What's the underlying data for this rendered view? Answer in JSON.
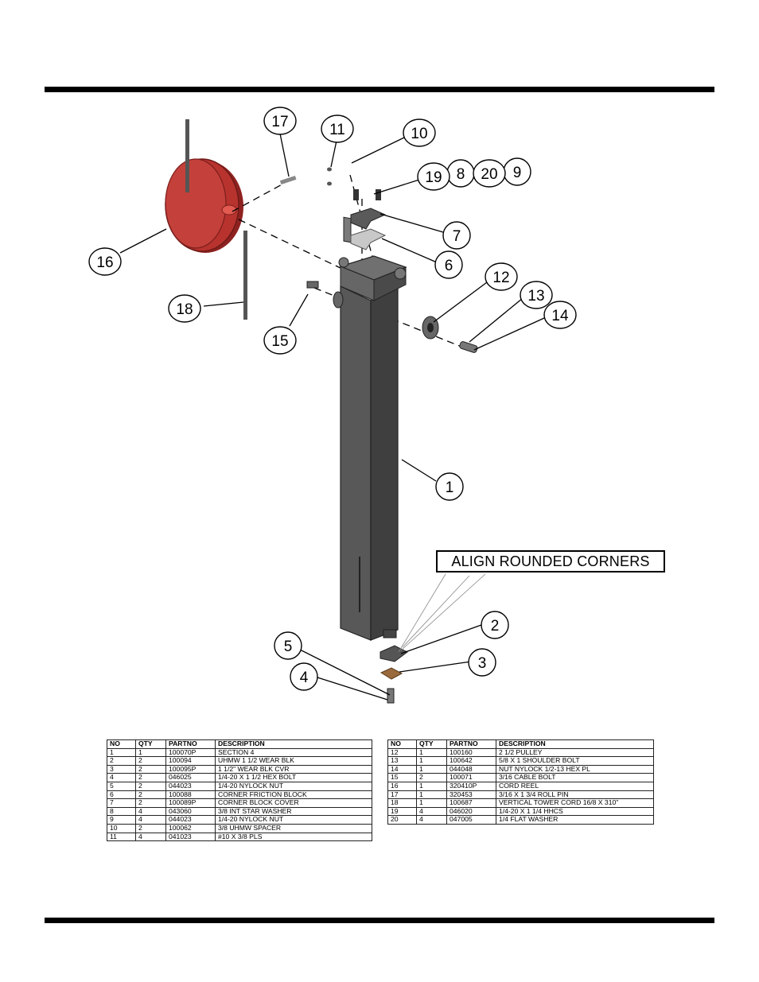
{
  "note": "ALIGN ROUNDED CORNERS",
  "callouts": [
    "1",
    "2",
    "3",
    "4",
    "5",
    "6",
    "7",
    "8",
    "9",
    "10",
    "11",
    "12",
    "13",
    "14",
    "15",
    "16",
    "17",
    "18",
    "19",
    "20"
  ],
  "colors": {
    "reel_red": "#b8332e",
    "tube_gray": "#555555",
    "pad_brown": "#9a6a3c"
  },
  "parts_table": {
    "headers": [
      "NO",
      "QTY",
      "PARTNO",
      "DESCRIPTION"
    ],
    "left_rows": [
      [
        "1",
        "1",
        "100070P",
        "SECTION 4"
      ],
      [
        "2",
        "2",
        "100094",
        "UHMW 1 1/2 WEAR BLK"
      ],
      [
        "3",
        "2",
        "100095P",
        "1 1/2\" WEAR BLK CVR"
      ],
      [
        "4",
        "2",
        "046025",
        "1/4-20 X 1 1/2 HEX BOLT"
      ],
      [
        "5",
        "2",
        "044023",
        "1/4-20 NYLOCK NUT"
      ],
      [
        "6",
        "2",
        "100088",
        "CORNER FRICTION BLOCK"
      ],
      [
        "7",
        "2",
        "100089P",
        "CORNER BLOCK COVER"
      ],
      [
        "8",
        "4",
        "043060",
        "3/8 INT STAR WASHER"
      ],
      [
        "9",
        "4",
        "044023",
        "1/4-20 NYLOCK NUT"
      ],
      [
        "10",
        "2",
        "100062",
        "3/8 UHMW SPACER"
      ],
      [
        "11",
        "4",
        "041023",
        "#10 X 3/8 PLS"
      ]
    ],
    "right_rows": [
      [
        "12",
        "1",
        "100160",
        "2 1/2 PULLEY"
      ],
      [
        "13",
        "1",
        "100642",
        "5/8 X 1 SHOULDER BOLT"
      ],
      [
        "14",
        "1",
        "044048",
        "NUT NYLOCK 1/2-13 HEX PL"
      ],
      [
        "15",
        "2",
        "100071",
        "3/16 CABLE BOLT"
      ],
      [
        "16",
        "1",
        "320410P",
        "CORD REEL"
      ],
      [
        "17",
        "1",
        "320453",
        "3/16 X 1 3/4 ROLL PIN"
      ],
      [
        "18",
        "1",
        "100687",
        "VERTICAL TOWER CORD 16/8 X 310\""
      ],
      [
        "19",
        "4",
        "046020",
        "1/4-20 X 1 1/4 HHCS"
      ],
      [
        "20",
        "4",
        "047005",
        "1/4 FLAT WASHER"
      ]
    ]
  }
}
